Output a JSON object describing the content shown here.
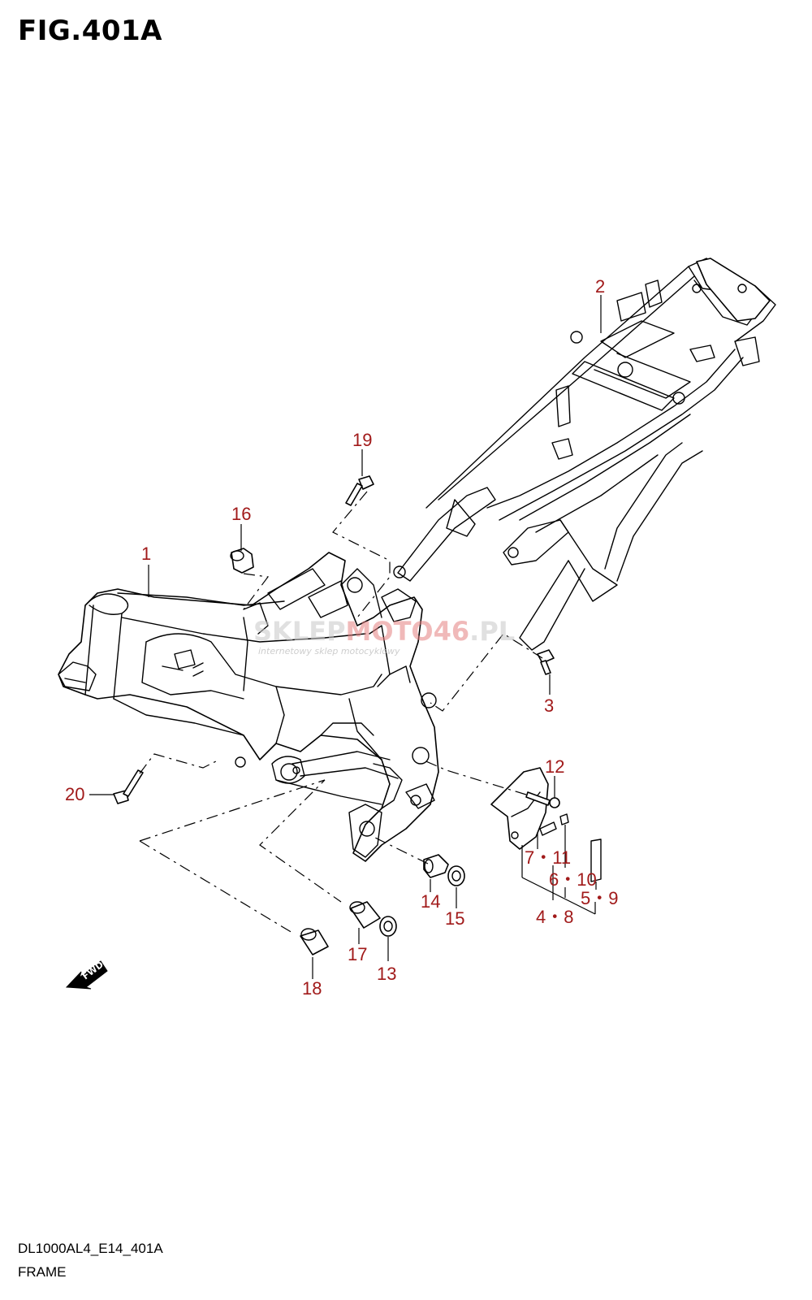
{
  "figure": {
    "title": "FIG.401A",
    "code": "DL1000AL4_E14_401A",
    "name": "FRAME"
  },
  "callouts": {
    "c1": "1",
    "c2": "2",
    "c3": "3",
    "c4_8": "4・8",
    "c5_9": "5・9",
    "c6_10": "6・10",
    "c7_11": "7・11",
    "c12": "12",
    "c13": "13",
    "c14": "14",
    "c15": "15",
    "c16": "16",
    "c17": "17",
    "c18": "18",
    "c19": "19",
    "c20": "20"
  },
  "watermark": {
    "part_a": "SKLEP",
    "part_b": "MOTO46",
    "part_c": ".PL",
    "tagline": "internetowy sklep motocyklowy"
  },
  "fwd_label": "FWD",
  "colors": {
    "callout": "#a11a1a",
    "line": "#000000",
    "watermark_red": "#e58080"
  }
}
